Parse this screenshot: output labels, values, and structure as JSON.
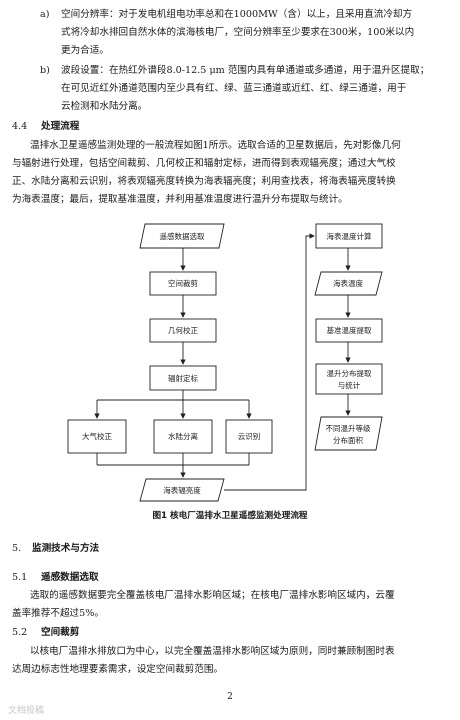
{
  "items": {
    "a": {
      "marker": "a)",
      "lines": [
        "空间分辨率：对于发电机组电功率总和在1000MW（含）以上，且采用直流冷却方",
        "式将冷却水排回自然水体的滨海核电厂，空间分辨率至少要求在300米，100米以内",
        "更为合适。"
      ]
    },
    "b": {
      "marker": "b)",
      "lines": [
        "波段设置：在热红外谱段8.0-12.5 μm 范围内具有单通道或多通道，用于温升区提取；",
        "在可见近红外通道范围内至少具有红、绿、蓝三通道或近红、红、绿三通道，用于",
        "云检测和水陆分离。"
      ]
    }
  },
  "sec44": {
    "number": "4.4",
    "title": "处理流程",
    "lines": [
      "温排水卫星遥感监测处理的一般流程如图1所示。选取合适的卫星数据后，先对影像几何",
      "与辐射进行处理，包括空间裁剪、几何校正和辐射定标，进而得到表观辐亮度；通过大气校",
      "正、水陆分离和云识别，将表观辐亮度转换为海表辐亮度；利用查找表，将海表辐亮度转换",
      "为海表温度；最后，提取基准温度，并利用基准温度进行温升分布提取与统计。"
    ]
  },
  "flowchart": {
    "remote_select": "遥感数据选取",
    "spatial_crop": "空间裁剪",
    "geo_correct": "几何校正",
    "rad_calib": "辐射定标",
    "atm_correct": "大气校正",
    "land_water": "水陆分离",
    "cloud_id": "云识别",
    "sea_radiance": "海表辐亮度",
    "sst_calc": "海表温度计算",
    "sst": "海表温度",
    "base_temp": "基准温度提取",
    "rise_stats_1": "温升分布提取",
    "rise_stats_2": "与统计",
    "area_1": "不同温升等级",
    "area_2": "分布面积"
  },
  "figure_caption": "图1  核电厂温排水卫星遥感监测处理流程",
  "sec5": {
    "number": "5.",
    "title": "监测技术与方法"
  },
  "sec51": {
    "number": "5.1",
    "title": "遥感数据选取",
    "lines": [
      "选取的遥感数据要完全覆盖核电厂温排水影响区域；在核电厂温排水影响区域内，云覆",
      "盖率推荐不超过5%。"
    ]
  },
  "sec52": {
    "number": "5.2",
    "title": "空间裁剪",
    "lines": [
      "以核电厂温排水排放口为中心，以完全覆盖温排水影响区域为原则，同时兼顾制图时表",
      "达周边标志性地理要素需求，设定空间裁剪范围。"
    ]
  },
  "page_number": "2",
  "watermark": "文档投稿"
}
